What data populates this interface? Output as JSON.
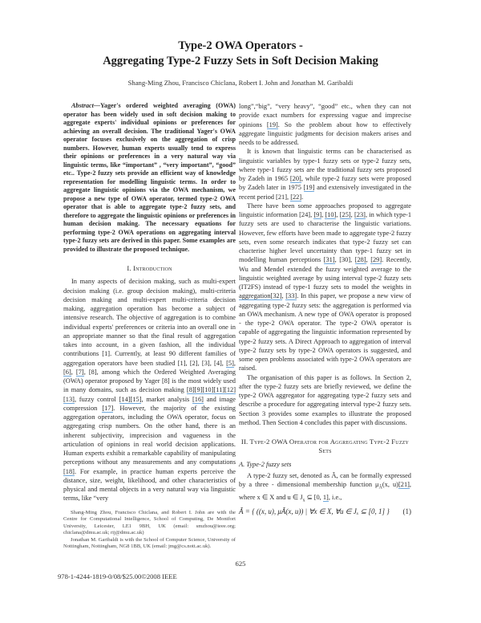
{
  "paper": {
    "title_line1": "Type-2 OWA Operators -",
    "title_line2": "Aggregating Type-2 Fuzzy Sets in Soft Decision Making",
    "authors": "Shang-Ming Zhou, Francisco Chiclana, Robert I. John and Jonathan M. Garibaldi",
    "abstract_label": "Abstract",
    "abstract_text": "—Yager's ordered weighted averaging (OWA) operator has been widely used in soft decision making to aggregate experts' individual opinions or preferences for achieving an overall decision. The traditional Yager's OWA operator focuses exclusively on the aggregation of crisp numbers. However, human experts usually tend to express their opinions or preferences in a very natural way via linguistic terms, like “important” , “very important”, “good” etc.. Type-2 fuzzy sets provide an efficient way of knowledge representation for modelling linguistic terms. In order to aggregate linguistic opinions via the OWA mechanism, we propose a new type of OWA operator, termed type-2 OWA operator that is able to aggregate type-2 fuzzy sets, and therefore to aggregate the linguistic opinions or preferences in human decision making. The necessary equations for performing type-2 OWA operations on aggregating interval type-2 fuzzy sets are derived in this paper. Some examples are provided to illustrate the proposed technique.",
    "section1_heading": "I. Introduction",
    "intro_p1": {
      "a": "In many aspects of decision making, such as multi-expert decision making (i.e. group decision making), multi-criteria decision making and multi-expert multi-criteria decision making, aggregation operation has become a subject of intensive research. The objective of aggregation is to combine individual experts' preferences or criteria into an overall one in an appropriate manner so that the final result of aggregation takes into account, in a given fashion, all the individual contributions [1]. Currently, at least 90 different families of aggregation operators have been studied [1], [2], [3], [4], ",
      "c5": "[5]",
      "s1": ", ",
      "c6": "[6]",
      "s2": ", ",
      "c7": "[7]",
      "b": ", [8], among which the Ordered Weighted Averaging (OWA) operator proposed by Yager [8] is the most widely used in many domains, such as decision making ",
      "c8_13": "[8][9][10][11][12][13]",
      "c": ", fuzzy control ",
      "c14_15": "[14][15]",
      "d": ", market analysis ",
      "c16": "[16]",
      "e": " and image compression ",
      "c17": "[17]",
      "f": ". However, the majority of the existing aggregation operators, including the OWA operator, focus on aggregating crisp numbers. On the other hand, there is an inherent subjectivity, imprecision and vagueness in the articulation of opinions in real world decision applications. Human experts exhibit a remarkable capability of manipulating perceptions without any measurements and any computations ",
      "c18": "[18]",
      "g": ". For example, in practice human experts perceive the distance, size, weight, likelihood, and other characteristics of physical and mental objects in a very natural way via linguistic terms, like “very"
    },
    "footnote1": "Shang-Ming Zhou, Francisco Chiclana, and Robert I. John are with the Centre for Computational Intelligence, School of Computing, De Montfort University, Leicester, LE1 9BH, UK (email: smzhou@ieee.org; chiclana@dmu.ac.uk; rij@dmu.ac.uk)",
    "footnote2": "Jonathan M. Garibaldi is with the School of Computer Science, University of Nottingham, Nottingham, NG8 1BB, UK (email: jmg@cs.nott.ac.uk).",
    "right_p1": {
      "a": "long”,“big”, “very heavy”, “good” etc., when they can not provide exact numbers for expressing vague and imprecise opinions ",
      "c19": "[19]",
      "b": ". So the problem about how to effectively aggregate linguistic judgments for decision makers arises and needs to be addressed."
    },
    "right_p2": {
      "a": "It is known that linguistic terms can be characterised as linguistic variables by type-1 fuzzy sets or type-2 fuzzy sets, where type-1 fuzzy sets are the traditional fuzzy sets proposed by Zadeh in 1965 ",
      "c20": "[20]",
      "b": ", while type-2 fuzzy sets were proposed by Zadeh later in 1975 ",
      "c19": "[19]",
      "c": " and extensively investigated in the recent period [21], ",
      "c22": "[22]",
      "d": "."
    },
    "right_p3": {
      "a": "There have been some approaches proposed to aggregate linguistic information [24], ",
      "c9": "[9]",
      "s1": ", ",
      "c10": "[10]",
      "s2": ", ",
      "c25": "[25]",
      "s3": ", ",
      "c23": "[23]",
      "b": ", in which type-1 fuzzy sets are used to characterise the linguistic variations. However, few efforts have been made to aggregate type-2 fuzzy sets, even some research indicates that type-2 fuzzy set can chacterise higher level uncertainty than type-1 fuzzy set in modelling human perceptions ",
      "c31": "[31]",
      "c": ", [30], ",
      "c28": "[28]",
      "s4": ", ",
      "c29": "[29]",
      "d": ". Recently, Wu and Mendel extended the fuzzy weighted average to the linguistic weighted average by using interval type-2 fuzzy sets (IT2FS) instead of type-1 fuzzy sets to model the weights in ",
      "c32": "aggregation[32]",
      "s5": ", ",
      "c33": "[33]",
      "e": ". In this paper, we propose a new view of aggregating type-2 fuzzy sets: the aggregation is performed via an OWA mechanism. A new type of OWA operator is proposed - the type-2 OWA operator. The type-2 OWA operator is capable of aggregating the linguistic information represented by type-2 fuzzy sets. A Direct Approach to aggregation of interval type-2 fuzzy sets by type-2 OWA operators is suggested, and some open problems associated with type-2 OWA operators are raised."
    },
    "right_p4": "The organisation of this paper is as follows. In Section 2, after the type-2 fuzzy sets are briefly reviewed, we define the type-2 OWA aggregator for aggregating type-2 fuzzy sets and describe a procedure for aggregating interval type-2 fuzzy sets. Section 3 provides some examples to illustrate the proposed method. Then Section 4 concludes this paper with discussions.",
    "section2_heading": "II. Type-2 OWA Operator for Aggregating Type-2 Fuzzy Sets",
    "subsection_a": "A. Type-2 fuzzy sets",
    "right_p5": {
      "a": "A type-2 fuzzy set, denoted as Ã, can be formally expressed by a three - dimensional membership function μ",
      "sub": "Ã",
      "b": "(x, u)",
      "c21": "[21]",
      "c": ", where x ∈ X and u ∈ J",
      "sub2": "x",
      "d": " ⊆ [0, ",
      "c1": "1]",
      "e": ", i.e.,"
    },
    "equation1": "Ã = { ((x, u), μÃ(x, u)) | ∀x ∈ X, ∀u ∈ Jₓ ⊆ [0, 1] }",
    "equation1_number": "(1)",
    "page_number": "625",
    "isbn_line": "978-1-4244-1819-0/08/$25.00©2008 IEEE"
  },
  "colors": {
    "citation_underline": "#6fa8dc",
    "text": "#2a2a2a"
  }
}
